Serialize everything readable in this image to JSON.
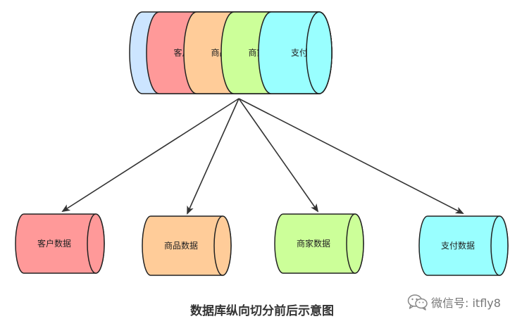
{
  "source_segments": [
    {
      "label": "",
      "color": "#cce5ff"
    },
    {
      "label": "客户",
      "color": "#ff9999"
    },
    {
      "label": "商品",
      "color": "#ffcc99"
    },
    {
      "label": "商家",
      "color": "#ccff99"
    },
    {
      "label": "支付",
      "color": "#99ffff"
    }
  ],
  "target_databases": [
    {
      "label": "客户数据",
      "color": "#ff9999"
    },
    {
      "label": "商品数据",
      "color": "#ffcc99"
    },
    {
      "label": "商家数据",
      "color": "#ccff99"
    },
    {
      "label": "支付数据",
      "color": "#99ffff"
    }
  ],
  "caption": "数据库纵向切分前后示意图",
  "watermark": {
    "text": "微信号: itfly8",
    "icon": "wechat-icon"
  },
  "colors": {
    "stroke": "#222222",
    "arrow": "#333333"
  }
}
